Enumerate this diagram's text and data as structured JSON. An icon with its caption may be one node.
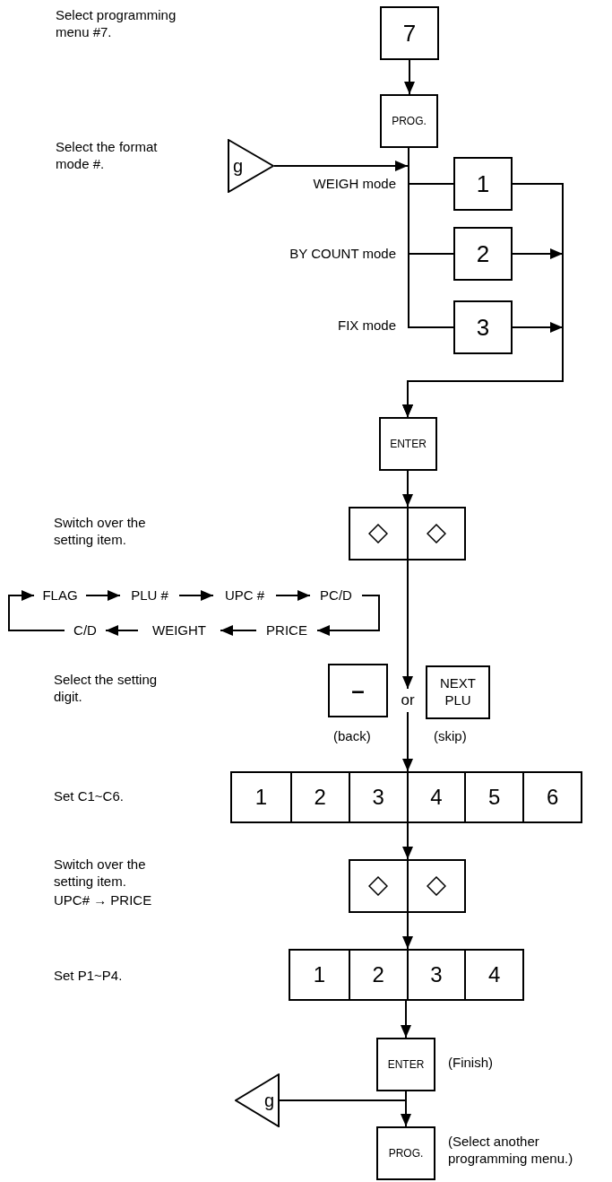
{
  "diagram": {
    "nodes": [
      {
        "text": [
          "7"
        ]
      },
      {
        "text": [
          "PROG."
        ]
      },
      {
        "text": [
          "g"
        ]
      },
      {
        "text": [
          "1"
        ]
      },
      {
        "text": [
          "2"
        ]
      },
      {
        "text": [
          "3"
        ]
      },
      {
        "text": [
          "ENTER"
        ]
      },
      {
        "text": [],
        "shape": "box"
      },
      {
        "text": [
          "FLAG"
        ]
      },
      {
        "text": [
          "PLU #"
        ]
      },
      {
        "text": [
          "UPC #"
        ]
      },
      {
        "text": [
          "PC/D"
        ]
      },
      {
        "text": [
          "PRICE"
        ]
      },
      {
        "text": [
          "WEIGHT"
        ]
      },
      {
        "text": [
          "C/D"
        ]
      },
      {
        "text": [
          "–"
        ],
        "beside": [
          "(back)"
        ]
      },
      {
        "text": [
          "or"
        ]
      },
      {
        "text": [
          "NEXT PLU"
        ],
        "beside": [
          "(skip)"
        ]
      },
      {
        "text": [],
        "shape": "box"
      },
      {
        "text": [
          "1"
        ],
        "in": 18
      },
      {
        "text": [
          "2"
        ],
        "in": 18
      },
      {
        "text": [
          "3"
        ],
        "in": 18
      },
      {
        "text": [
          "4"
        ],
        "in": 18
      },
      {
        "text": [
          "5"
        ],
        "in": 18
      },
      {
        "text": [
          "6"
        ],
        "in": 18
      },
      {
        "text": [],
        "shape": "box"
      },
      {
        "text": [],
        "shape": "box"
      },
      {
        "text": [
          "1"
        ],
        "in": 26
      },
      {
        "text": [
          "2"
        ],
        "in": 26
      },
      {
        "text": [
          "3"
        ],
        "in": 26
      },
      {
        "text": [
          "4"
        ],
        "in": 26
      },
      {
        "text": [
          "ENTER"
        ],
        "beside": [
          "(Finish)"
        ]
      },
      {
        "text": [
          "g"
        ]
      },
      {
        "text": [
          "PROG."
        ],
        "beside": [
          "(Select another programming menu.)"
        ]
      }
    ],
    "edges": [
      {
        "from": 0,
        "to": 1,
        "arrow": "to"
      },
      {
        "from": 2,
        "to": 1,
        "arrow": "to"
      },
      {
        "from": 1,
        "to": 3,
        "arrow": "none"
      },
      {
        "from": 1,
        "to": 4,
        "arrow": "none"
      },
      {
        "from": 1,
        "to": 5,
        "arrow": "none"
      },
      {
        "from": 3,
        "to": 6,
        "arrow": "to"
      },
      {
        "from": 4,
        "to": 6,
        "arrow": "to"
      },
      {
        "from": 5,
        "to": 6,
        "arrow": "to"
      },
      {
        "from": 6,
        "to": 7,
        "arrow": "to"
      },
      {
        "from": 8,
        "to": 9,
        "arrow": "to"
      },
      {
        "from": 9,
        "to": 10,
        "arrow": "to"
      },
      {
        "from": 10,
        "to": 11,
        "arrow": "to"
      },
      {
        "from": 11,
        "to": 12,
        "arrow": "to"
      },
      {
        "from": 12,
        "to": 13,
        "arrow": "to"
      },
      {
        "from": 13,
        "to": 14,
        "arrow": "to"
      },
      {
        "from": 14,
        "to": 8,
        "arrow": "to"
      },
      {
        "from": 7,
        "to": 16,
        "arrow": "to"
      },
      {
        "from": 16,
        "to": 18,
        "arrow": "to"
      },
      {
        "from": 18,
        "to": 25,
        "arrow": "to"
      },
      {
        "from": 25,
        "to": 26,
        "arrow": "to"
      },
      {
        "from": 26,
        "to": 31,
        "arrow": "to"
      },
      {
        "from": 31,
        "to": 33,
        "arrow": "to"
      },
      {
        "from": 31,
        "to": 32,
        "arrow": "none"
      }
    ],
    "labels": [
      "Select programming menu #7.",
      "Select the format mode #.",
      "WEIGH mode",
      "BY COUNT mode",
      "FIX mode",
      "Switch over the setting item.",
      "Select the setting digit.",
      "Set C1~C6.",
      "Switch over the setting item.",
      "UPC# → PRICE",
      "Set P1~P4."
    ]
  }
}
